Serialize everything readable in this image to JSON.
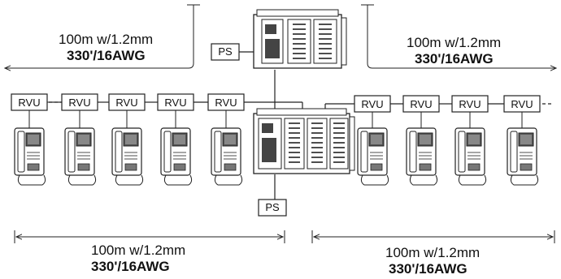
{
  "labels": {
    "rvu": "RVU",
    "ps": "PS"
  },
  "distances": {
    "top_left": {
      "line1": "100m w/1.2mm",
      "line2": "330'/16AWG"
    },
    "top_right": {
      "line1": "100m w/1.2mm",
      "line2": "330'/16AWG"
    },
    "bottom_left": {
      "line1": "100m w/1.2mm",
      "line2": "330'/16AWG"
    },
    "bottom_right": {
      "line1": "100m w/1.2mm",
      "line2": "330'/16AWG"
    }
  },
  "counts": {
    "left_rvu": 5,
    "right_rvu": 4
  }
}
